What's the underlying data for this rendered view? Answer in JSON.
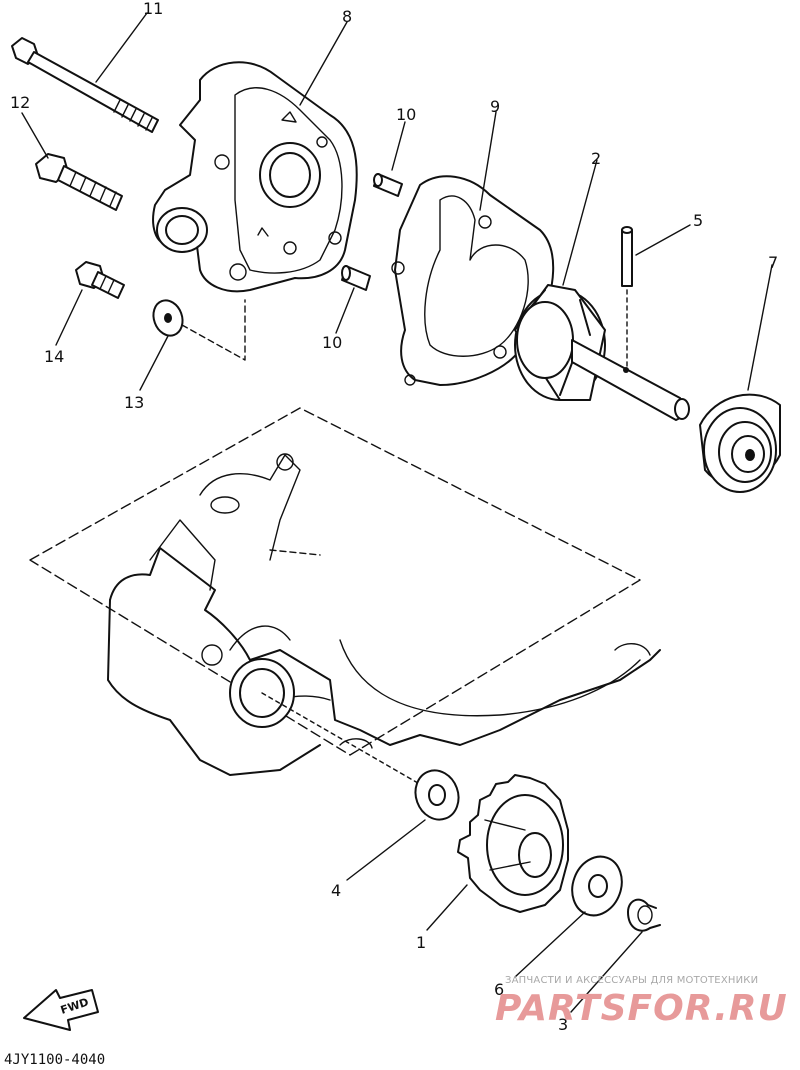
{
  "diagram": {
    "code": "4JY1100-4040",
    "fwd_label": "FWD",
    "callouts": {
      "c1": "1",
      "c2": "2",
      "c3": "3",
      "c4": "4",
      "c5": "5",
      "c6": "6",
      "c7": "7",
      "c8": "8",
      "c9": "9",
      "c10a": "10",
      "c10b": "10",
      "c11": "11",
      "c12": "12",
      "c13": "13",
      "c14": "14"
    }
  },
  "watermark": {
    "subtitle": "ЗАПЧАСТИ И АКСЕССУАРЫ ДЛЯ МОТОТЕХНИКИ",
    "logo": "PARTSFOR.RU",
    "colors": {
      "logo": "#e79a9a",
      "subtitle": "#a8a8a8"
    }
  }
}
